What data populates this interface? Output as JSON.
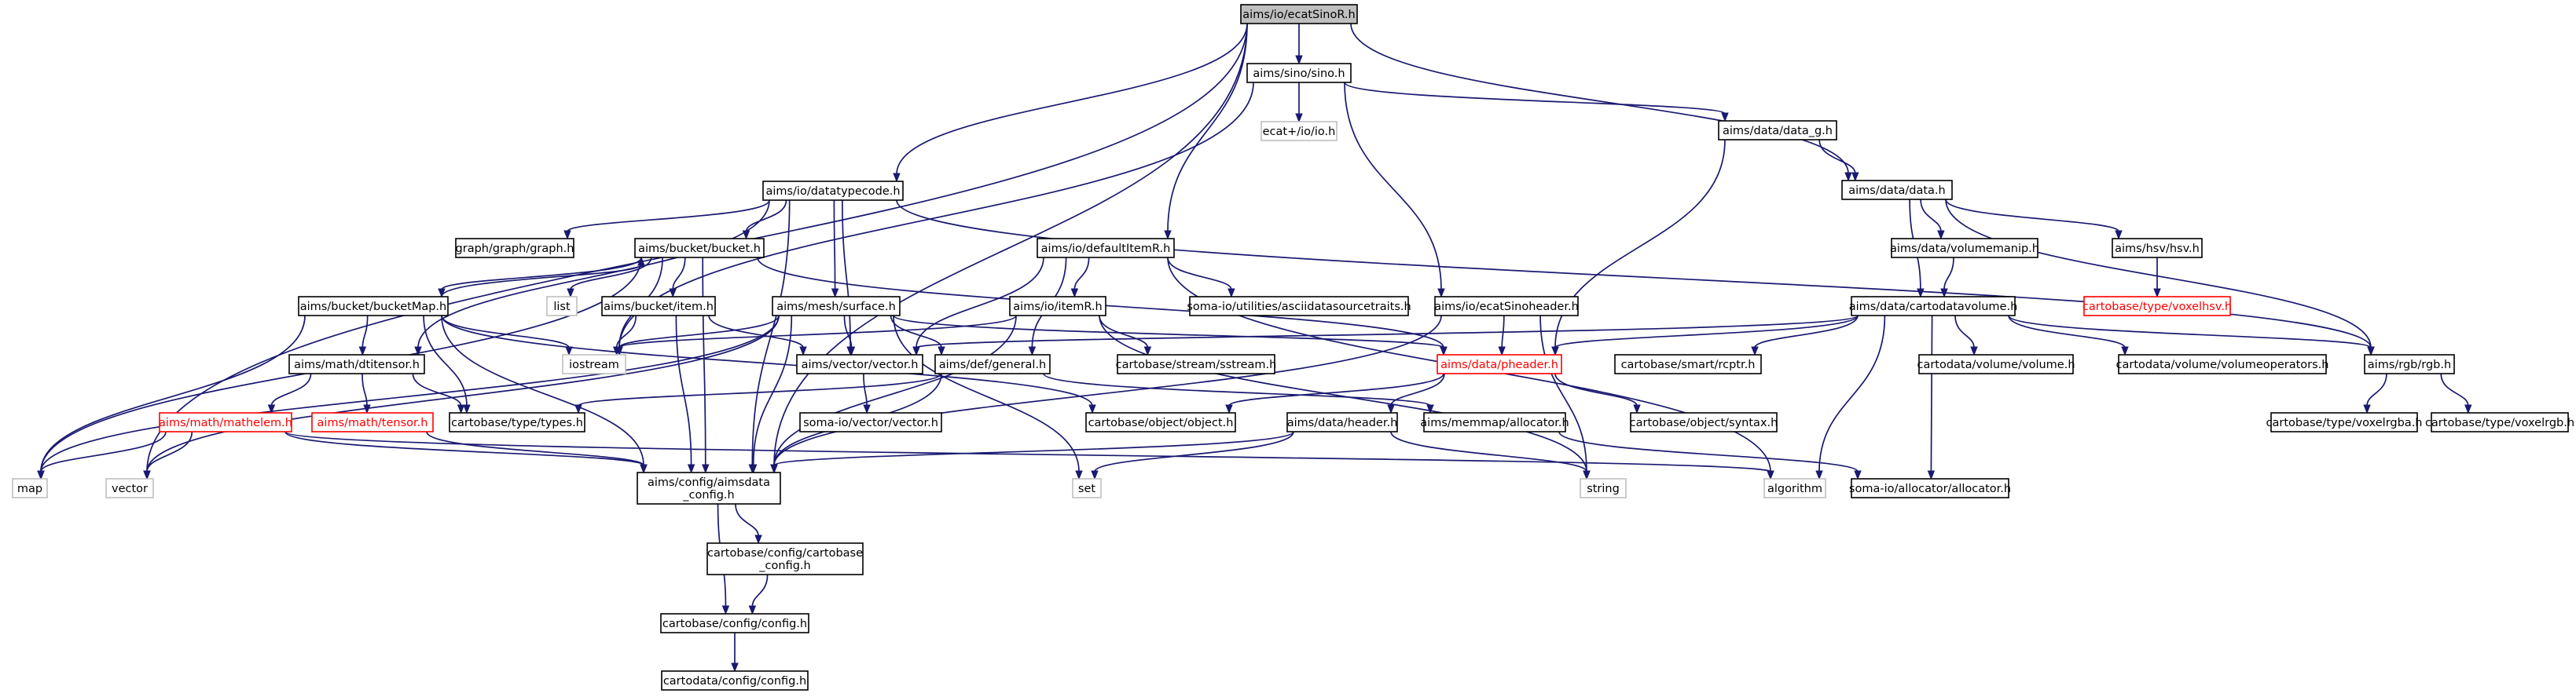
{
  "graph": {
    "edge_color": "#191970",
    "root_fill": "#bfbfbf",
    "missing_border": "#bfbfbf",
    "red_label": "#ff0000",
    "nodes": [
      {
        "id": "root",
        "label": [
          "aims/io/ecatSinoR.h"
        ],
        "style": "root"
      },
      {
        "id": "sino",
        "label": [
          "aims/sino/sino.h"
        ],
        "style": "normal"
      },
      {
        "id": "datatypecode",
        "label": [
          "aims/io/datatypecode.h"
        ],
        "style": "normal"
      },
      {
        "id": "defaultItemR",
        "label": [
          "aims/io/defaultItemR.h"
        ],
        "style": "normal"
      },
      {
        "id": "data_g",
        "label": [
          "aims/data/data_g.h"
        ],
        "style": "normal"
      },
      {
        "id": "data",
        "label": [
          "aims/data/data.h"
        ],
        "style": "normal"
      },
      {
        "id": "ecatio",
        "label": [
          "ecat+/io/io.h"
        ],
        "style": "missing"
      },
      {
        "id": "graph_h",
        "label": [
          "graph/graph/graph.h"
        ],
        "style": "normal"
      },
      {
        "id": "bucket",
        "label": [
          "aims/bucket/bucket.h"
        ],
        "style": "normal"
      },
      {
        "id": "list",
        "label": [
          "list"
        ],
        "style": "missing"
      },
      {
        "id": "item",
        "label": [
          "aims/bucket/item.h"
        ],
        "style": "normal"
      },
      {
        "id": "bucketMap",
        "label": [
          "aims/bucket/bucketMap.h"
        ],
        "style": "normal"
      },
      {
        "id": "surface",
        "label": [
          "aims/mesh/surface.h"
        ],
        "style": "normal"
      },
      {
        "id": "itemR",
        "label": [
          "aims/io/itemR.h"
        ],
        "style": "normal"
      },
      {
        "id": "asciidata",
        "label": [
          "soma-io/utilities/asciidatasourcetraits.h"
        ],
        "style": "normal"
      },
      {
        "id": "ecatSinoheader",
        "label": [
          "aims/io/ecatSinoheader.h"
        ],
        "style": "normal"
      },
      {
        "id": "volumemanip",
        "label": [
          "aims/data/volumemanip.h"
        ],
        "style": "normal"
      },
      {
        "id": "hsv",
        "label": [
          "aims/hsv/hsv.h"
        ],
        "style": "normal"
      },
      {
        "id": "voxelhsv",
        "label": [
          "cartobase/type/voxelhsv.h"
        ],
        "style": "red"
      },
      {
        "id": "cartodatavolume",
        "label": [
          "aims/data/cartodatavolume.h"
        ],
        "style": "normal"
      },
      {
        "id": "iostream",
        "label": [
          "iostream"
        ],
        "style": "missing"
      },
      {
        "id": "dtitensor",
        "label": [
          "aims/math/dtitensor.h"
        ],
        "style": "normal"
      },
      {
        "id": "vector_h",
        "label": [
          "aims/vector/vector.h"
        ],
        "style": "normal"
      },
      {
        "id": "general",
        "label": [
          "aims/def/general.h"
        ],
        "style": "normal"
      },
      {
        "id": "sstream",
        "label": [
          "cartobase/stream/sstream.h"
        ],
        "style": "normal"
      },
      {
        "id": "pheader",
        "label": [
          "aims/data/pheader.h"
        ],
        "style": "red"
      },
      {
        "id": "rcptr",
        "label": [
          "cartobase/smart/rcptr.h"
        ],
        "style": "normal"
      },
      {
        "id": "cvolume",
        "label": [
          "cartodata/volume/volume.h"
        ],
        "style": "normal"
      },
      {
        "id": "volumeops",
        "label": [
          "cartodata/volume/volumeoperators.h"
        ],
        "style": "normal"
      },
      {
        "id": "rgb",
        "label": [
          "aims/rgb/rgb.h"
        ],
        "style": "normal"
      },
      {
        "id": "mathelem",
        "label": [
          "aims/math/mathelem.h"
        ],
        "style": "red"
      },
      {
        "id": "tensor",
        "label": [
          "aims/math/tensor.h"
        ],
        "style": "red"
      },
      {
        "id": "types",
        "label": [
          "cartobase/type/types.h"
        ],
        "style": "normal"
      },
      {
        "id": "somavector",
        "label": [
          "soma-io/vector/vector.h"
        ],
        "style": "normal"
      },
      {
        "id": "object",
        "label": [
          "cartobase/object/object.h"
        ],
        "style": "normal"
      },
      {
        "id": "header",
        "label": [
          "aims/data/header.h"
        ],
        "style": "normal"
      },
      {
        "id": "allocator_h",
        "label": [
          "aims/memmap/allocator.h"
        ],
        "style": "normal"
      },
      {
        "id": "syntax",
        "label": [
          "cartobase/object/syntax.h"
        ],
        "style": "normal"
      },
      {
        "id": "voxelrgba",
        "label": [
          "cartobase/type/voxelrgba.h"
        ],
        "style": "normal"
      },
      {
        "id": "voxelrgb",
        "label": [
          "cartobase/type/voxelrgb.h"
        ],
        "style": "normal"
      },
      {
        "id": "map",
        "label": [
          "map"
        ],
        "style": "missing"
      },
      {
        "id": "vector",
        "label": [
          "vector"
        ],
        "style": "missing"
      },
      {
        "id": "aimsdata_config",
        "label": [
          "aims/config/aimsdata",
          "_config.h"
        ],
        "style": "normal"
      },
      {
        "id": "set",
        "label": [
          "set"
        ],
        "style": "missing"
      },
      {
        "id": "string",
        "label": [
          "string"
        ],
        "style": "missing"
      },
      {
        "id": "algorithm",
        "label": [
          "algorithm"
        ],
        "style": "missing"
      },
      {
        "id": "somaallocator",
        "label": [
          "soma-io/allocator/allocator.h"
        ],
        "style": "normal"
      },
      {
        "id": "cartobase_config",
        "label": [
          "cartobase/config/cartobase",
          "_config.h"
        ],
        "style": "normal"
      },
      {
        "id": "cb_config",
        "label": [
          "cartobase/config/config.h"
        ],
        "style": "normal"
      },
      {
        "id": "cd_config",
        "label": [
          "cartodata/config/config.h"
        ],
        "style": "normal"
      }
    ],
    "edges": [
      [
        "root",
        "sino"
      ],
      [
        "root",
        "datatypecode"
      ],
      [
        "root",
        "defaultItemR"
      ],
      [
        "root",
        "data"
      ],
      [
        "root",
        "vector"
      ],
      [
        "root",
        "aimsdata_config"
      ],
      [
        "sino",
        "ecatio"
      ],
      [
        "sino",
        "data_g"
      ],
      [
        "sino",
        "ecatSinoheader"
      ],
      [
        "sino",
        "iostream"
      ],
      [
        "data_g",
        "data"
      ],
      [
        "data_g",
        "pheader"
      ],
      [
        "data",
        "volumemanip"
      ],
      [
        "data",
        "hsv"
      ],
      [
        "data",
        "cartodatavolume"
      ],
      [
        "data",
        "rgb"
      ],
      [
        "hsv",
        "voxelhsv"
      ],
      [
        "volumemanip",
        "cartodatavolume"
      ],
      [
        "datatypecode",
        "graph_h"
      ],
      [
        "datatypecode",
        "bucket"
      ],
      [
        "datatypecode",
        "surface"
      ],
      [
        "datatypecode",
        "vector_h"
      ],
      [
        "datatypecode",
        "rgb"
      ],
      [
        "datatypecode",
        "dtitensor"
      ],
      [
        "datatypecode",
        "aimsdata_config"
      ],
      [
        "bucket",
        "bucketMap"
      ],
      [
        "bucket",
        "list"
      ],
      [
        "bucket",
        "item"
      ],
      [
        "bucket",
        "iostream"
      ],
      [
        "bucket",
        "map"
      ],
      [
        "bucket",
        "pheader"
      ],
      [
        "bucket",
        "aimsdata_config"
      ],
      [
        "bucketMap",
        "bucket"
      ],
      [
        "bucketMap",
        "dtitensor"
      ],
      [
        "bucketMap",
        "iostream"
      ],
      [
        "bucketMap",
        "map"
      ],
      [
        "bucketMap",
        "types"
      ],
      [
        "bucketMap",
        "object"
      ],
      [
        "bucketMap",
        "aimsdata_config"
      ],
      [
        "item",
        "vector_h"
      ],
      [
        "item",
        "iostream"
      ],
      [
        "item",
        "aimsdata_config"
      ],
      [
        "surface",
        "vector_h"
      ],
      [
        "surface",
        "general"
      ],
      [
        "surface",
        "pheader"
      ],
      [
        "surface",
        "iostream"
      ],
      [
        "surface",
        "map"
      ],
      [
        "surface",
        "vector"
      ],
      [
        "surface",
        "set"
      ],
      [
        "surface",
        "aimsdata_config"
      ],
      [
        "defaultItemR",
        "itemR"
      ],
      [
        "defaultItemR",
        "asciidata"
      ],
      [
        "defaultItemR",
        "vector_h"
      ],
      [
        "defaultItemR",
        "general"
      ],
      [
        "defaultItemR",
        "algorithm"
      ],
      [
        "itemR",
        "sstream"
      ],
      [
        "itemR",
        "iostream"
      ],
      [
        "itemR",
        "string"
      ],
      [
        "itemR",
        "aimsdata_config"
      ],
      [
        "ecatSinoheader",
        "pheader"
      ],
      [
        "ecatSinoheader",
        "string"
      ],
      [
        "ecatSinoheader",
        "aimsdata_config"
      ],
      [
        "cartodatavolume",
        "cvolume"
      ],
      [
        "cartodatavolume",
        "volumeops"
      ],
      [
        "cartodatavolume",
        "rgb"
      ],
      [
        "cartodatavolume",
        "rcptr"
      ],
      [
        "cartodatavolume",
        "pheader"
      ],
      [
        "cartodatavolume",
        "vector_h"
      ],
      [
        "cartodatavolume",
        "somaallocator"
      ],
      [
        "cartodatavolume",
        "algorithm"
      ],
      [
        "rgb",
        "voxelrgba"
      ],
      [
        "rgb",
        "voxelrgb"
      ],
      [
        "pheader",
        "header"
      ],
      [
        "pheader",
        "object"
      ],
      [
        "pheader",
        "syntax"
      ],
      [
        "header",
        "aimsdata_config"
      ],
      [
        "header",
        "set"
      ],
      [
        "header",
        "string"
      ],
      [
        "dtitensor",
        "mathelem"
      ],
      [
        "dtitensor",
        "tensor"
      ],
      [
        "dtitensor",
        "types"
      ],
      [
        "mathelem",
        "map"
      ],
      [
        "mathelem",
        "vector"
      ],
      [
        "mathelem",
        "algorithm"
      ],
      [
        "mathelem",
        "aimsdata_config"
      ],
      [
        "tensor",
        "aimsdata_config"
      ],
      [
        "vector_h",
        "somavector"
      ],
      [
        "general",
        "types"
      ],
      [
        "general",
        "allocator_h"
      ],
      [
        "general",
        "aimsdata_config"
      ],
      [
        "allocator_h",
        "somaallocator"
      ],
      [
        "aimsdata_config",
        "cartobase_config"
      ],
      [
        "aimsdata_config",
        "cb_config"
      ],
      [
        "cartobase_config",
        "cb_config"
      ],
      [
        "cb_config",
        "cd_config"
      ]
    ]
  }
}
